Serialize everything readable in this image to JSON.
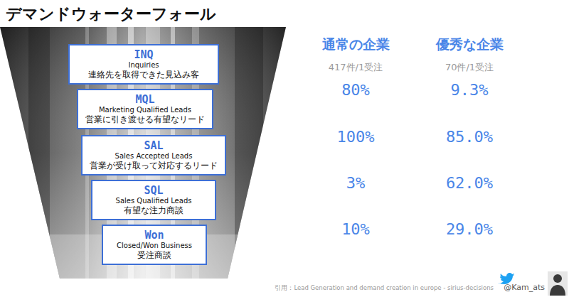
{
  "diagram": {
    "title": "デマンドウォーターフォール",
    "caption": "引用：Lead Generation and demand creation in europe - sirius-decisions",
    "nodes": [
      {
        "text": [
          "INQ",
          "Inquiries",
          "連絡先を取得できた見込み客"
        ]
      },
      {
        "text": [
          "MQL",
          "Marketing Qualified Leads",
          "営業に引き渡せる有望なリード"
        ]
      },
      {
        "text": [
          "SAL",
          "Sales Accepted Leads",
          "営業が受け取って対応するリード"
        ]
      },
      {
        "text": [
          "SQL",
          "Sales Qualified Leads",
          "有望な注力商談"
        ]
      },
      {
        "text": [
          "Won",
          "Closed/Won Business",
          "受注商談"
        ]
      }
    ],
    "labels": [
      "通常の企業",
      "優秀な企業",
      "417件/1受注",
      "70件/1受注",
      "80%",
      "9.3%",
      "100%",
      "85.0%",
      "3%",
      "62.0%",
      "10%",
      "29.0%",
      "@Kam_ats"
    ]
  }
}
